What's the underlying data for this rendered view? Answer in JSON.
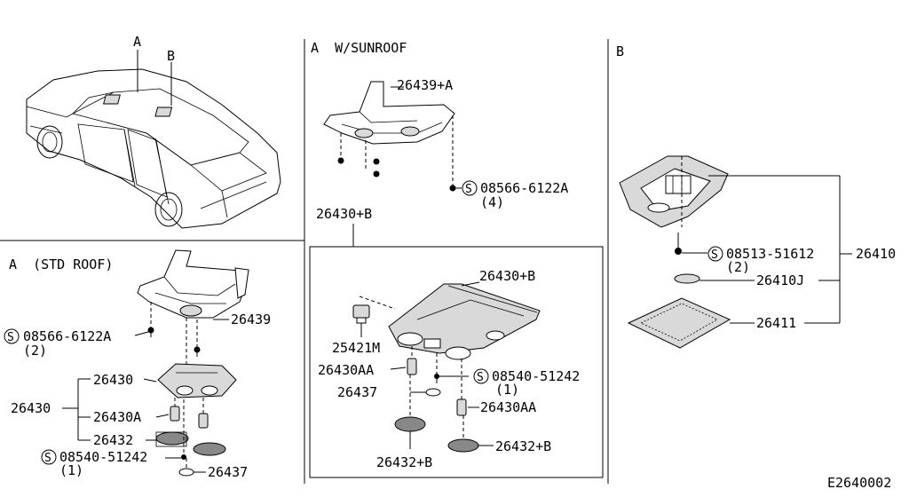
{
  "car_view": {
    "label_a": "A",
    "label_b": "B"
  },
  "std_roof": {
    "header": "A  (STD ROOF)",
    "bracket": "26439",
    "screw": "08566-6122A",
    "screw_qty": "(2)",
    "lamp_assy": "26430",
    "lamp_assy_group": "26430",
    "bulb": "26430A",
    "lens": "26432",
    "lamp_screw": "08540-51242",
    "lamp_screw_qty": "(1)",
    "clip": "26437"
  },
  "sunroof": {
    "header": "A  W/SUNROOF",
    "bracket": "26439+A",
    "screw": "08566-6122A",
    "screw_qty": "(4)",
    "lamp_assy_group": "26430+B",
    "lamp_assy": "26430+B",
    "switch": "25421M",
    "bulb_left": "26430AA",
    "screw2": "08540-51242",
    "screw2_qty": "(1)",
    "clip": "26437",
    "bulb_right": "26430AA",
    "lens_left": "26432+B",
    "lens_right": "26432+B"
  },
  "panel_b": {
    "header": "B",
    "screw": "08513-51612",
    "screw_qty": "(2)",
    "lamp_assy": "26410",
    "bulb": "26410J",
    "lens": "26411"
  },
  "figure_code": "E2640002",
  "icons": {
    "s_mark": "S"
  }
}
